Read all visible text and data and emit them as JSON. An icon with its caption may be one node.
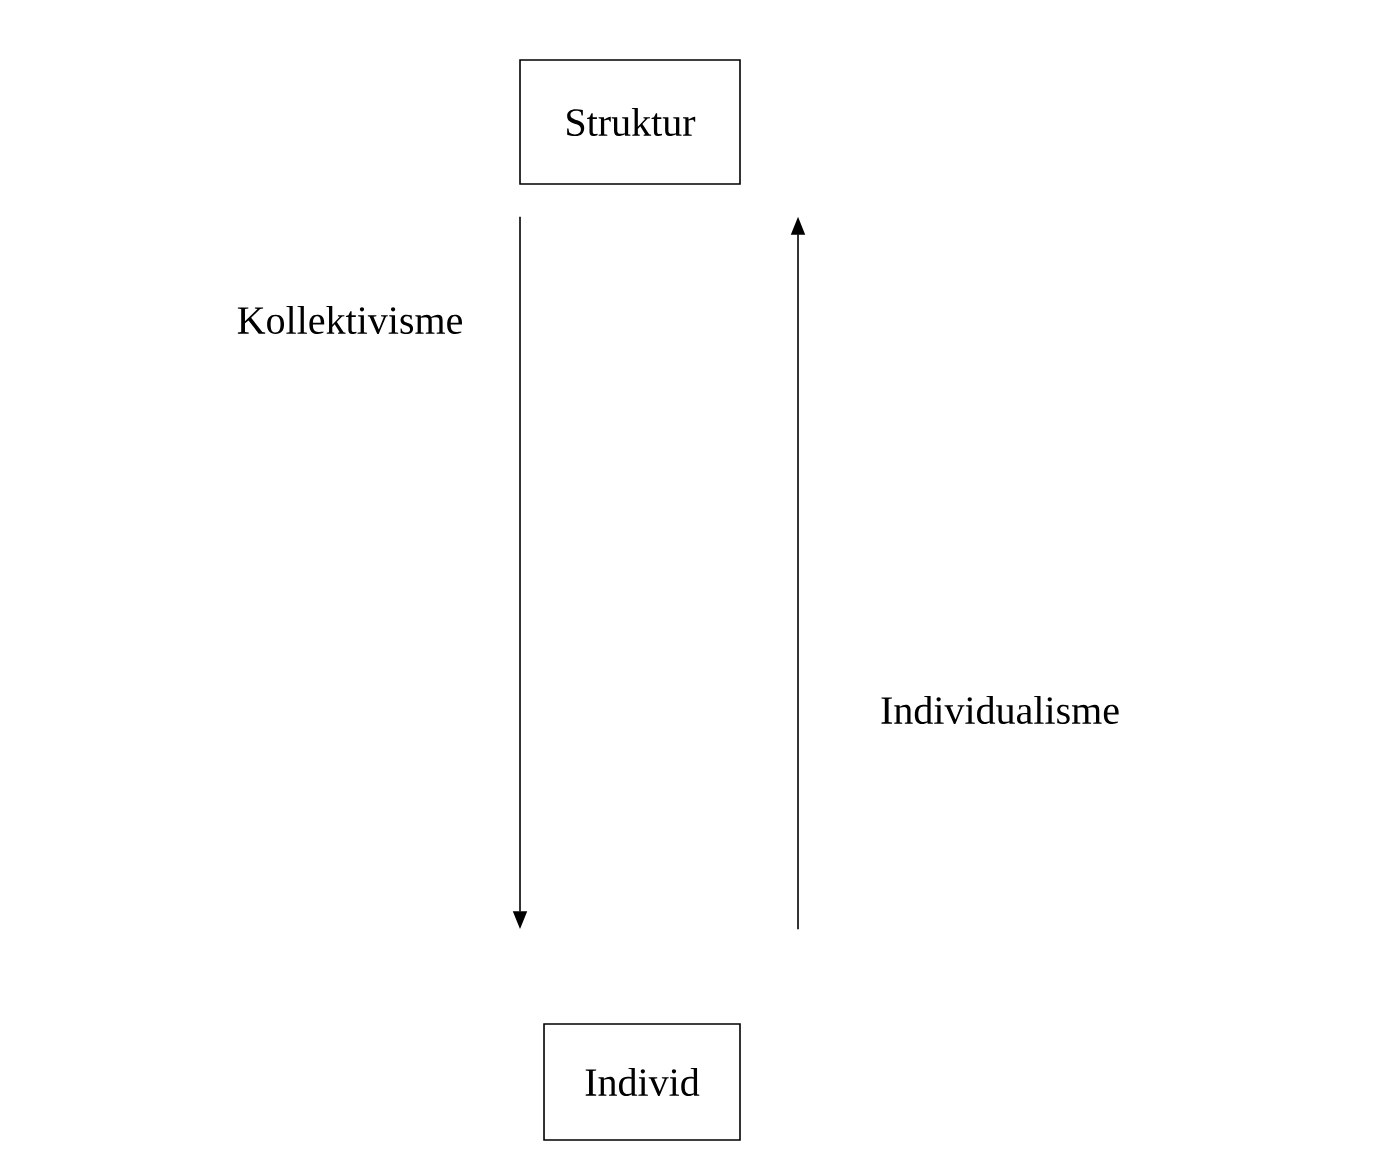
{
  "diagram": {
    "nodes": [
      {
        "text": [
          "Struktur"
        ]
      },
      {
        "text": [
          "Individ"
        ]
      }
    ],
    "edges": [
      {
        "from": 0,
        "to": 1,
        "arrow": "to",
        "label": "Kollektivisme"
      },
      {
        "from": 1,
        "to": 0,
        "arrow": "to",
        "label": "Individualisme"
      }
    ]
  }
}
